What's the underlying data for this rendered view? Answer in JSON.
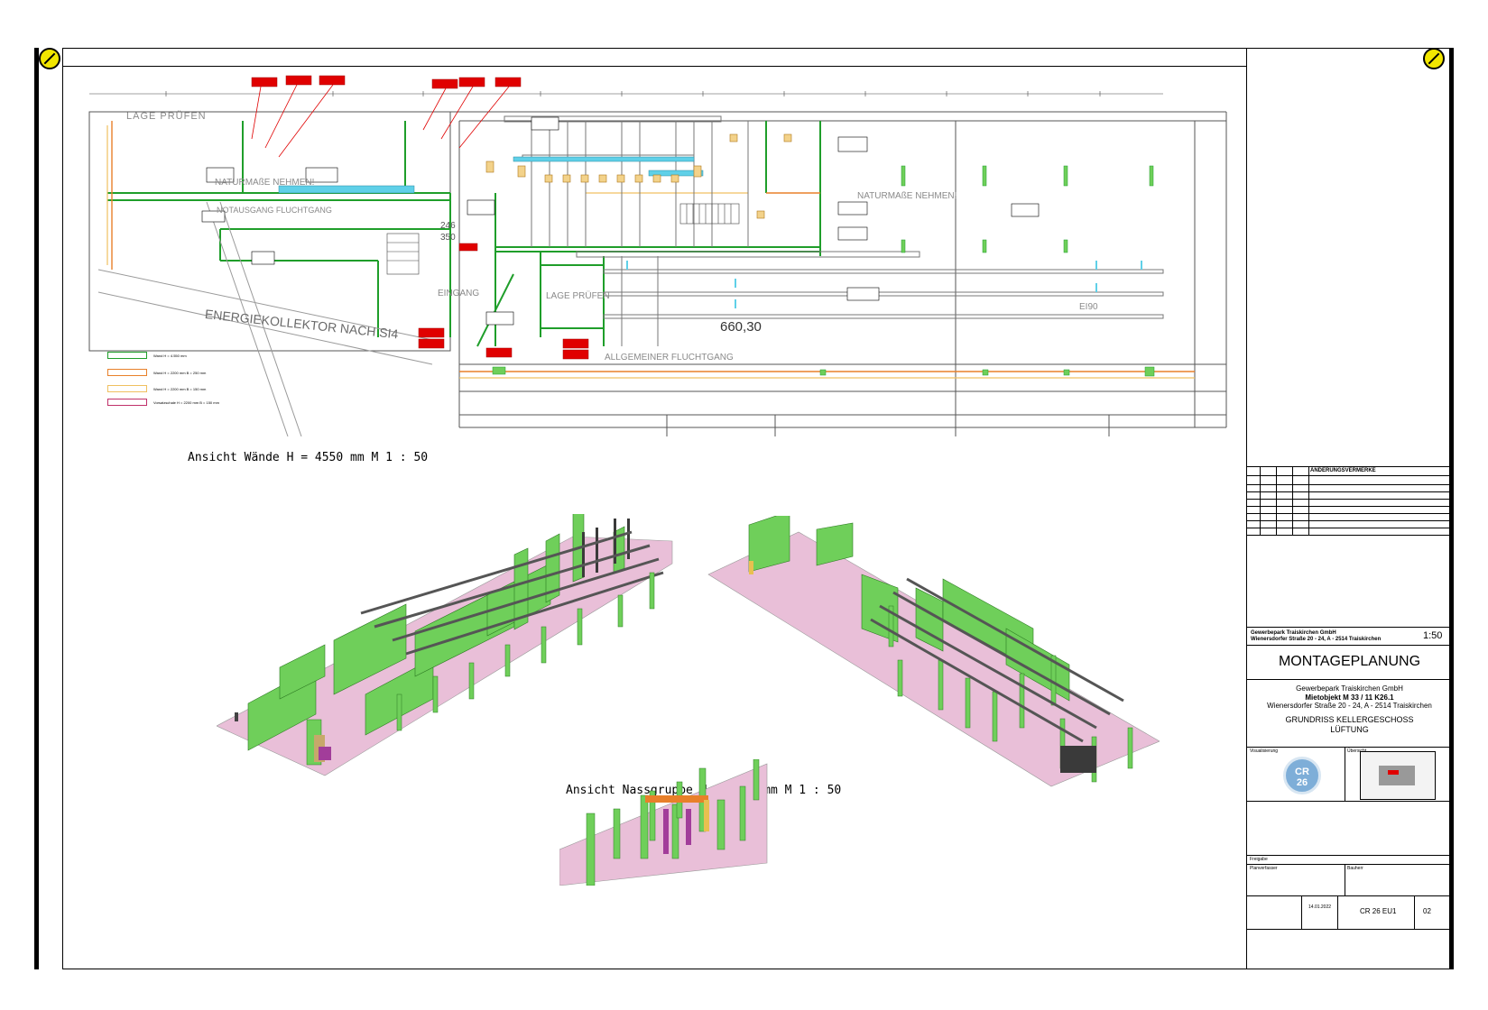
{
  "views": {
    "walls_label": "Ansicht Wände H = 4550 mm M 1 : 50",
    "wet_group_label": "Ansicht Nassgruppe H = 2200 mm M 1 : 50"
  },
  "plan": {
    "area_value": "660,30",
    "labels": {
      "lage_pruefen_1": "LAGE PRÜFEN",
      "lage_pruefen_2": "LAGE PRÜFEN",
      "naturmasse_1": "NATURMAßE NEHMEN!",
      "naturmasse_2": "NATURMAßE NEHMEN!",
      "notausgang": "NOTAUSGANG FLUCHTGANG",
      "energiekollektor": "ENERGIEKOLLEKTOR NACH SI4",
      "eingang": "EINGANG",
      "fluchtgang": "ALLGEMEINER FLUCHTGANG",
      "ei90": "EI90",
      "dim_246": "246",
      "dim_350": "350"
    },
    "legend": [
      {
        "text": "Wand H = 4.550 mm",
        "color": "#1f9e2a"
      },
      {
        "text": "Wand H = 2200 mm B = 250 mm",
        "color": "#e8802a"
      },
      {
        "text": "Wand H = 2200 mm B = 150 mm",
        "color": "#f0c060"
      },
      {
        "text": "Vorsatzschale H = 2200 mm B = 150 mm",
        "color": "#c0306a"
      }
    ]
  },
  "title_block": {
    "revision_header": "ÄNDERUNGSVERMERKE",
    "client_line_1": "Gewerbepark Traiskirchen GmbH",
    "client_line_2": "Wienersdorfer Straße 20 - 24, A - 2514 Traiskirchen",
    "scale": "1:50",
    "project_title": "MONTAGEPLANUNG",
    "desc_1": "Gewerbepark Traiskirchen GmbH",
    "desc_2": "Mietobjekt M 33 / 11 K26.1",
    "desc_3": "Wienersdorfer Straße 20 - 24, A - 2514 Traiskirchen",
    "drawing_title_1": "GRUNDRISS KELLERGESCHOSS",
    "drawing_title_2": "LÜFTUNG",
    "logo_text_1": "CR",
    "logo_text_2": "26",
    "label_visualisierung": "Visualisierung",
    "label_uebersicht": "Übersicht",
    "label_freigabe": "Freigabe",
    "label_planverfasser": "Planverfasser",
    "label_bauherr": "Bauherr",
    "plan_number": "CR 26 EU1",
    "index": "02",
    "date": "14.01.2022"
  },
  "colors": {
    "wall_green": "#6fcf5a",
    "floor_pink": "#e9bfd8",
    "duct_gray": "#8c8c8c",
    "accent_red": "#e00000",
    "marker_yellow": "#f2e600"
  }
}
